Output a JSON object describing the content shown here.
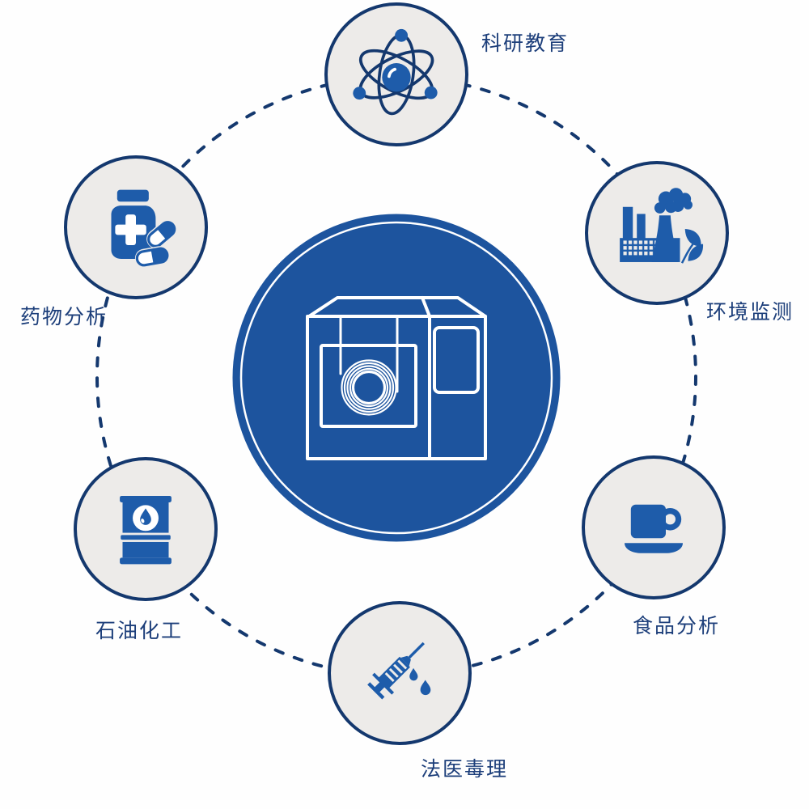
{
  "diagram": {
    "center": {
      "icon": "gc-instrument-icon"
    },
    "nodes": [
      {
        "id": "research",
        "label": "科研教育",
        "icon": "atom-icon"
      },
      {
        "id": "environment",
        "label": "环境监测",
        "icon": "factory-icon"
      },
      {
        "id": "food",
        "label": "食品分析",
        "icon": "coffee-cup-icon"
      },
      {
        "id": "forensic",
        "label": "法医毒理",
        "icon": "syringe-icon"
      },
      {
        "id": "petrochemical",
        "label": "石油化工",
        "icon": "oil-barrel-icon"
      },
      {
        "id": "pharma",
        "label": "药物分析",
        "icon": "medicine-bottle-icon"
      }
    ],
    "colors": {
      "background": "#fefefe",
      "node_fill": "#edebe9",
      "border_navy": "#14386e",
      "icon_blue": "#1e5caa",
      "center_blue": "#1d549e",
      "label_text": "#1c3e7a",
      "line_white": "#ffffff"
    }
  }
}
